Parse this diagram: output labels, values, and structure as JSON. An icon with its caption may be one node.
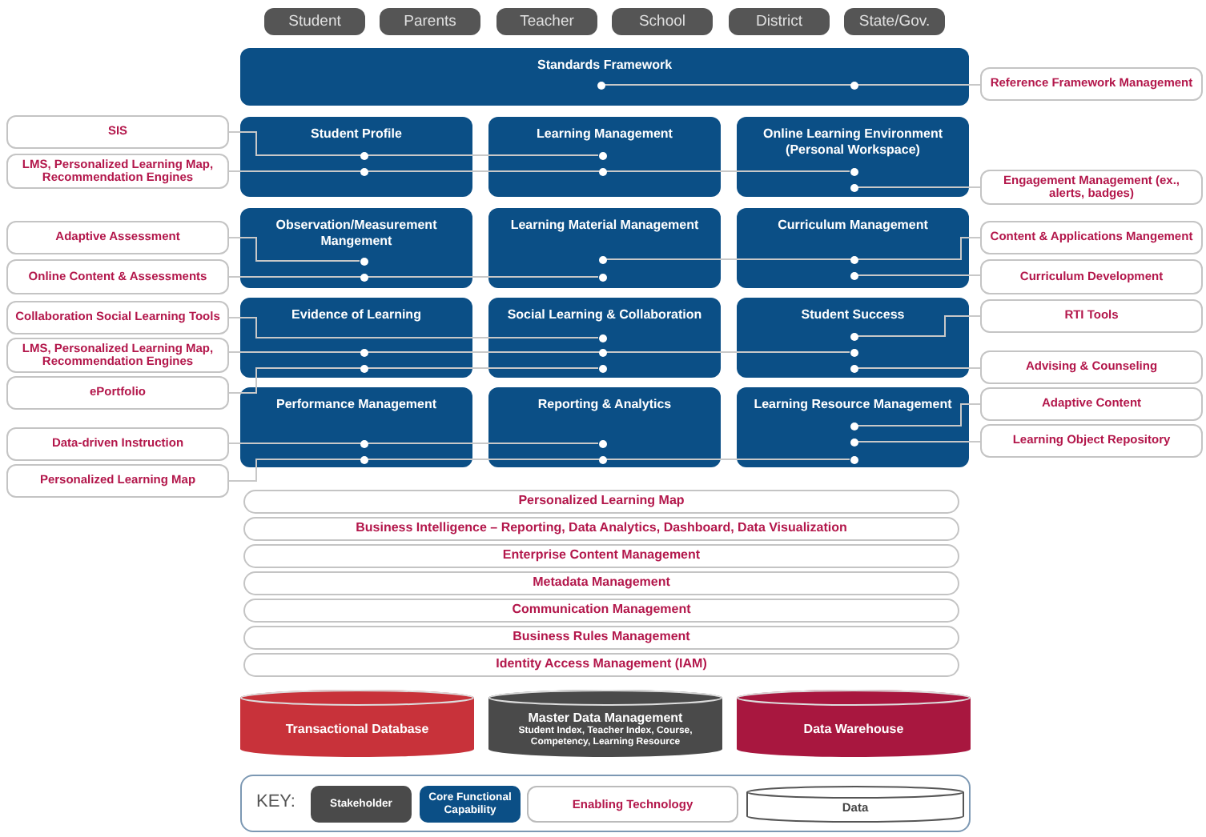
{
  "diagram": {
    "nodes": [
      {
        "text": [
          "Student"
        ]
      },
      {
        "text": [
          "Parents"
        ]
      },
      {
        "text": [
          "Teacher"
        ]
      },
      {
        "text": [
          "School"
        ]
      },
      {
        "text": [
          "District"
        ]
      },
      {
        "text": [
          "State/Gov."
        ]
      },
      {
        "text": [
          "Standards Framework"
        ]
      },
      {
        "text": [
          "Student Profile"
        ]
      },
      {
        "text": [
          "Learning Management"
        ]
      },
      {
        "text": [
          "Online Learning Environment (Personal Workspace)"
        ]
      },
      {
        "text": [
          "Observation/Measurement Mangement"
        ]
      },
      {
        "text": [
          "Learning Material Management"
        ]
      },
      {
        "text": [
          "Curriculum Management"
        ]
      },
      {
        "text": [
          "Evidence of Learning"
        ]
      },
      {
        "text": [
          "Social Learning & Collaboration"
        ]
      },
      {
        "text": [
          "Student Success"
        ]
      },
      {
        "text": [
          "Performance Management"
        ]
      },
      {
        "text": [
          "Reporting & Analytics"
        ]
      },
      {
        "text": [
          "Learning Resource Management"
        ]
      },
      {
        "text": [
          "SIS"
        ]
      },
      {
        "text": [
          "LMS, Personalized Learning Map, Recommendation Engines"
        ]
      },
      {
        "text": [
          "Adaptive Assessment"
        ]
      },
      {
        "text": [
          "Online Content & Assessments"
        ]
      },
      {
        "text": [
          "Collaboration Social Learning Tools"
        ]
      },
      {
        "text": [
          "LMS, Personalized Learning Map, Recommendation Engines"
        ]
      },
      {
        "text": [
          "ePortfolio"
        ]
      },
      {
        "text": [
          "Data-driven Instruction"
        ]
      },
      {
        "text": [
          "Personalized Learning Map"
        ]
      },
      {
        "text": [
          "Reference Framework Management"
        ]
      },
      {
        "text": [
          "Engagement Management (ex., alerts, badges)"
        ]
      },
      {
        "text": [
          "Content & Applications Mangement"
        ]
      },
      {
        "text": [
          "Curriculum Development"
        ]
      },
      {
        "text": [
          "RTI Tools"
        ]
      },
      {
        "text": [
          "Advising & Counseling"
        ]
      },
      {
        "text": [
          "Adaptive Content"
        ]
      },
      {
        "text": [
          "Learning Object Repository"
        ]
      },
      {
        "text": [
          "Personalized Learning Map"
        ]
      },
      {
        "text": [
          "Business Intelligence – Reporting, Data Analytics, Dashboard, Data Visualization"
        ]
      },
      {
        "text": [
          "Enterprise Content Management"
        ]
      },
      {
        "text": [
          "Metadata Management"
        ]
      },
      {
        "text": [
          "Communication Management"
        ]
      },
      {
        "text": [
          "Business Rules Management"
        ]
      },
      {
        "text": [
          "Identity Access Management (IAM)"
        ]
      },
      {
        "text": [
          "Transactional Database"
        ]
      },
      {
        "text": [
          "Master Data Management",
          "Student Index, Teacher Index, Course, Competency, Learning Resource"
        ]
      },
      {
        "text": [
          "Data Warehouse"
        ]
      },
      {
        "text": [],
        "shape": "circle",
        "in": 6
      },
      {
        "text": [],
        "shape": "circle",
        "in": 6
      },
      {
        "text": [],
        "shape": "circle",
        "in": 7
      },
      {
        "text": [],
        "shape": "circle",
        "in": 7
      },
      {
        "text": [],
        "shape": "circle",
        "in": 8
      },
      {
        "text": [],
        "shape": "circle",
        "in": 8
      },
      {
        "text": [],
        "shape": "circle",
        "in": 9
      },
      {
        "text": [],
        "shape": "circle",
        "in": 9
      },
      {
        "text": [],
        "shape": "circle",
        "in": 10
      },
      {
        "text": [],
        "shape": "circle",
        "in": 10
      },
      {
        "text": [],
        "shape": "circle",
        "in": 11
      },
      {
        "text": [],
        "shape": "circle",
        "in": 11
      },
      {
        "text": [],
        "shape": "circle",
        "in": 12
      },
      {
        "text": [],
        "shape": "circle",
        "in": 12
      },
      {
        "text": [],
        "shape": "circle",
        "in": 13
      },
      {
        "text": [],
        "shape": "circle",
        "in": 13
      },
      {
        "text": [],
        "shape": "circle",
        "in": 14
      },
      {
        "text": [],
        "shape": "circle",
        "in": 14
      },
      {
        "text": [],
        "shape": "circle",
        "in": 14
      },
      {
        "text": [],
        "shape": "circle",
        "in": 15
      },
      {
        "text": [],
        "shape": "circle",
        "in": 15
      },
      {
        "text": [],
        "shape": "circle",
        "in": 15
      },
      {
        "text": [],
        "shape": "circle",
        "in": 16
      },
      {
        "text": [],
        "shape": "circle",
        "in": 16
      },
      {
        "text": [],
        "shape": "circle",
        "in": 17
      },
      {
        "text": [],
        "shape": "circle",
        "in": 17
      },
      {
        "text": [],
        "shape": "circle",
        "in": 18
      },
      {
        "text": [],
        "shape": "circle",
        "in": 18
      },
      {
        "text": [],
        "shape": "circle",
        "in": 18
      }
    ],
    "edges": [
      {
        "from": 28,
        "to": 47,
        "arrow": "none"
      },
      {
        "from": 28,
        "to": 46,
        "arrow": "none"
      },
      {
        "from": 19,
        "to": 48,
        "arrow": "none"
      },
      {
        "from": 19,
        "to": 50,
        "arrow": "none"
      },
      {
        "from": 20,
        "to": 49,
        "arrow": "none"
      },
      {
        "from": 20,
        "to": 51,
        "arrow": "none"
      },
      {
        "from": 20,
        "to": 52,
        "arrow": "none"
      },
      {
        "from": 29,
        "to": 53,
        "arrow": "none"
      },
      {
        "from": 21,
        "to": 54,
        "arrow": "none"
      },
      {
        "from": 22,
        "to": 55,
        "arrow": "none"
      },
      {
        "from": 22,
        "to": 57,
        "arrow": "none"
      },
      {
        "from": 30,
        "to": 58,
        "arrow": "none"
      },
      {
        "from": 30,
        "to": 56,
        "arrow": "none"
      },
      {
        "from": 31,
        "to": 59,
        "arrow": "none"
      },
      {
        "from": 23,
        "to": 62,
        "arrow": "none"
      },
      {
        "from": 24,
        "to": 60,
        "arrow": "none"
      },
      {
        "from": 24,
        "to": 63,
        "arrow": "none"
      },
      {
        "from": 24,
        "to": 66,
        "arrow": "none"
      },
      {
        "from": 32,
        "to": 65,
        "arrow": "none"
      },
      {
        "from": 25,
        "to": 61,
        "arrow": "none"
      },
      {
        "from": 25,
        "to": 64,
        "arrow": "none"
      },
      {
        "from": 33,
        "to": 67,
        "arrow": "none"
      },
      {
        "from": 26,
        "to": 68,
        "arrow": "none"
      },
      {
        "from": 26,
        "to": 70,
        "arrow": "none"
      },
      {
        "from": 27,
        "to": 69,
        "arrow": "none"
      },
      {
        "from": 27,
        "to": 71,
        "arrow": "none"
      },
      {
        "from": 27,
        "to": 74,
        "arrow": "none"
      },
      {
        "from": 34,
        "to": 72,
        "arrow": "none"
      },
      {
        "from": 35,
        "to": 73,
        "arrow": "none"
      }
    ],
    "labels": [
      "KEY:"
    ],
    "legend": [
      {
        "text": "Stakeholder",
        "color": "#4a4a4a"
      },
      {
        "text": "Core Functional Capability",
        "color": "#0b4f86"
      },
      {
        "text": "Enabling Technology"
      },
      {
        "text": "Data"
      }
    ]
  }
}
